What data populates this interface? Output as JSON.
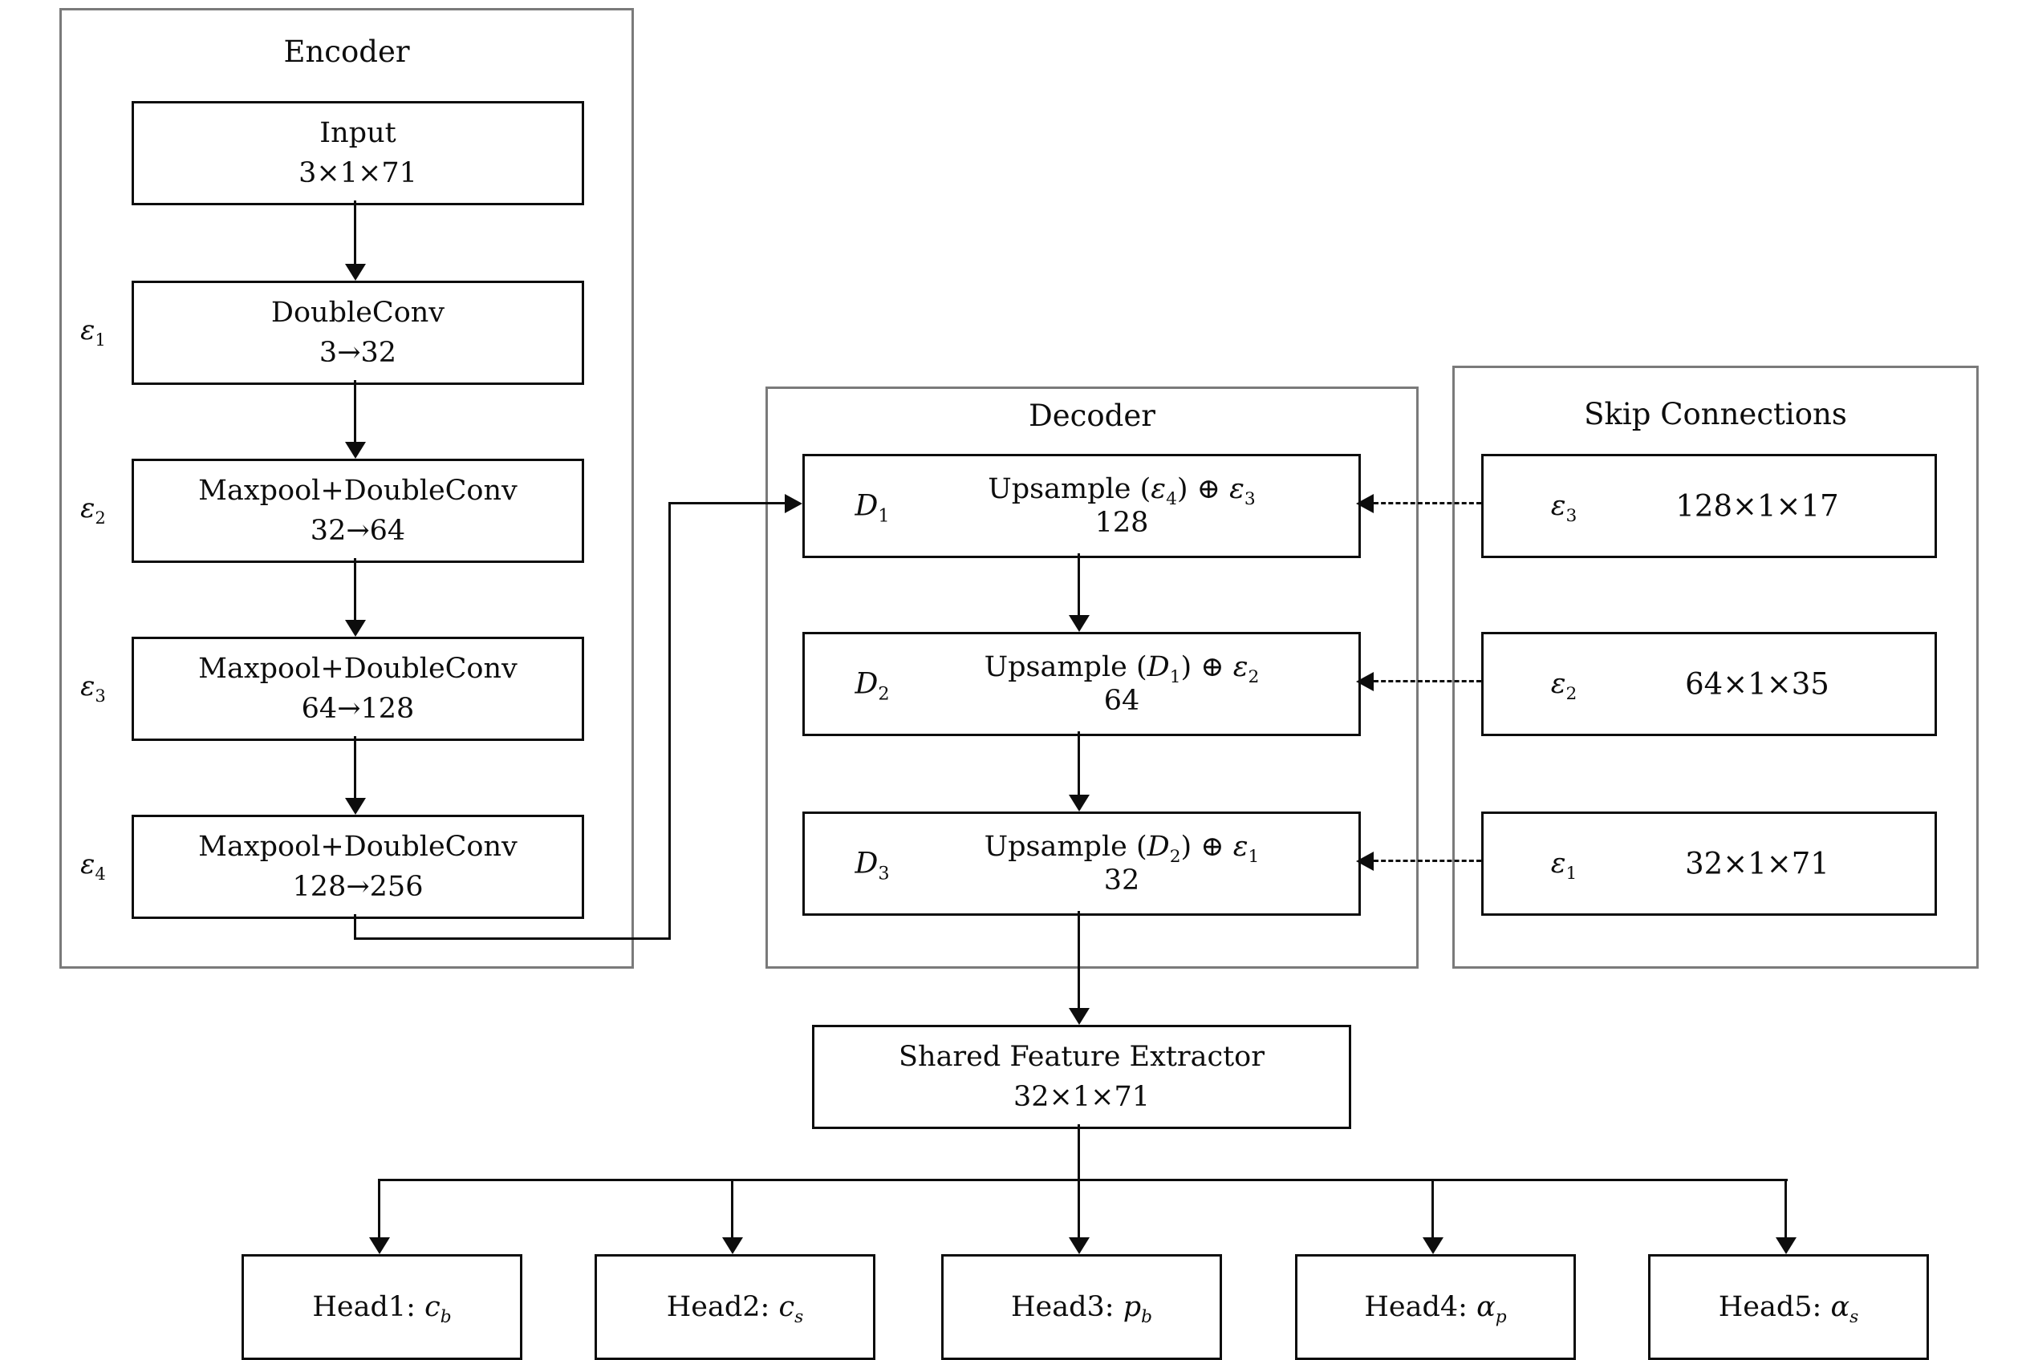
{
  "panels": {
    "encoder": {
      "title": "Encoder"
    },
    "decoder": {
      "title": "Decoder"
    },
    "skip": {
      "title": "Skip Connections"
    }
  },
  "encoder": {
    "nodes": [
      {
        "line1": "Input",
        "line2": "3×1×71"
      },
      {
        "label": "ε",
        "label_sub": "1",
        "line1": "DoubleConv",
        "line2": "3→32"
      },
      {
        "label": "ε",
        "label_sub": "2",
        "line1": "Maxpool+DoubleConv",
        "line2": "32→64"
      },
      {
        "label": "ε",
        "label_sub": "3",
        "line1": "Maxpool+DoubleConv",
        "line2": "64→128"
      },
      {
        "label": "ε",
        "label_sub": "4",
        "line1": "Maxpool+DoubleConv",
        "line2": "128→256"
      }
    ]
  },
  "decoder": {
    "nodes": [
      {
        "sym": "D",
        "sym_sub": "1",
        "fn": "Upsample (",
        "arg": "ε",
        "arg_sub": "4",
        "mid": ") ⊕ ",
        "skip": "ε",
        "skip_sub": "3",
        "channels": "128"
      },
      {
        "sym": "D",
        "sym_sub": "2",
        "fn": "Upsample (",
        "arg": "D",
        "arg_sub": "1",
        "mid": ") ⊕ ",
        "skip": "ε",
        "skip_sub": "2",
        "channels": "64"
      },
      {
        "sym": "D",
        "sym_sub": "3",
        "fn": "Upsample (",
        "arg": "D",
        "arg_sub": "2",
        "mid": ") ⊕ ",
        "skip": "ε",
        "skip_sub": "1",
        "channels": "32"
      }
    ]
  },
  "skip": {
    "nodes": [
      {
        "sym": "ε",
        "sym_sub": "3",
        "dims": "128×1×17"
      },
      {
        "sym": "ε",
        "sym_sub": "2",
        "dims": "64×1×35"
      },
      {
        "sym": "ε",
        "sym_sub": "1",
        "dims": "32×1×71"
      }
    ]
  },
  "shared": {
    "line1": "Shared Feature Extractor",
    "line2": "32×1×71"
  },
  "heads": [
    {
      "prefix": "Head1: ",
      "var": "c",
      "sub": "b"
    },
    {
      "prefix": "Head2: ",
      "var": "c",
      "sub": "s"
    },
    {
      "prefix": "Head3: ",
      "var": "p",
      "sub": "b"
    },
    {
      "prefix": "Head4: ",
      "var": "α",
      "sub": "p"
    },
    {
      "prefix": "Head5: ",
      "var": "α",
      "sub": "s"
    }
  ],
  "colors": {
    "background": "#ffffff",
    "text": "#0d0d0d",
    "box_border": "#0d0d0d",
    "panel_border": "#7a7a7a"
  }
}
